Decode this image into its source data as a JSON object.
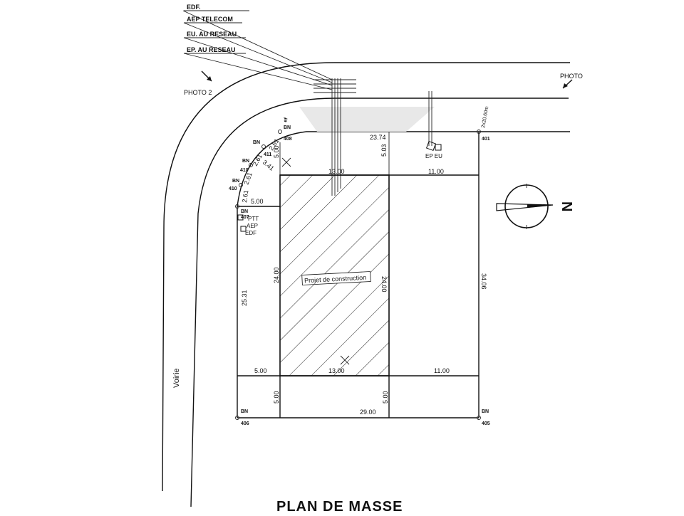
{
  "networks": [
    "EDF.",
    "AEP TELECOM",
    "EU. AU RESEAU",
    "EP. AU RESEAU"
  ],
  "photo_labels": {
    "left": "PHOTO 2",
    "right": "PHOTO"
  },
  "road_label": "Voirie",
  "building_label": "Projet de construction",
  "title": "PLAN DE MASSE",
  "north_label": "N",
  "road_dimension": "2x20.60m",
  "utility_boxes": {
    "ep_eu": "EP EU",
    "pt": "PTT",
    "aep": "AEP",
    "edf": "EDF"
  },
  "points": {
    "bn_top_left": {
      "code": "BN",
      "num": "408"
    },
    "bn_top_right": {
      "code": "BN",
      "num": "401"
    },
    "bn_arc_1": {
      "code": "BN",
      "num": "411"
    },
    "bn_arc_2": {
      "code": "BN",
      "num": "410"
    },
    "bn_arc_3": {
      "code": "BN",
      "num": "410"
    },
    "bn_left_mid": {
      "code": "BN",
      "num": "407"
    },
    "bn_bottom_left": {
      "code": "BN",
      "num": "406"
    },
    "bn_bottom_right": {
      "code": "BN",
      "num": "405"
    },
    "arc_tag": "ef"
  },
  "dimensions": {
    "top_length": "23.74",
    "top_offset": "5.03",
    "arc_offset": "5.00",
    "arc_segment_a": "3.41",
    "building_top": "13.00",
    "right_top": "11.00",
    "arc_1": "2.61",
    "arc_2": "2.61",
    "arc_3": "2.61",
    "arc_4": "2.61",
    "left_strip": "5.00",
    "building_left": "24.00",
    "building_right": "24.00",
    "left_side": "25.31",
    "right_side": "34.06",
    "bottom_left_strip": "5.00",
    "building_bottom": "13.00",
    "bottom_right_strip": "11.00",
    "lower_left": "5.00",
    "lower_mid": "5.00",
    "bottom_total": "29.00"
  }
}
